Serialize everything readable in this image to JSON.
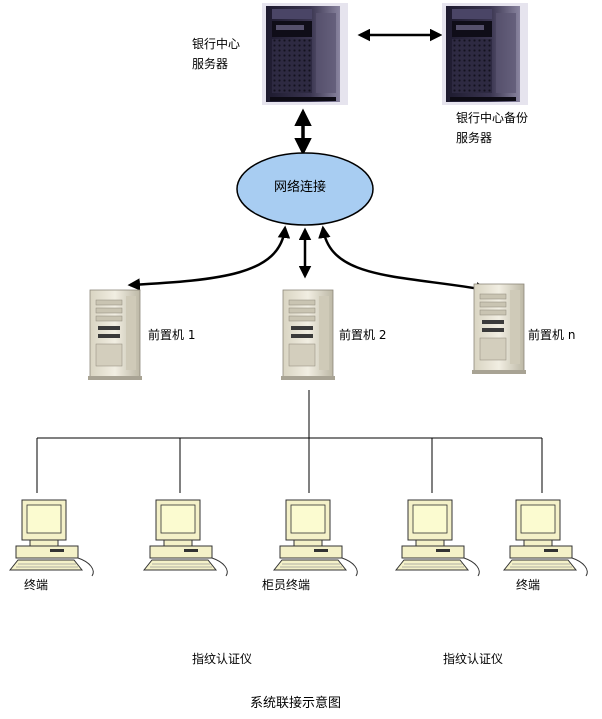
{
  "servers": {
    "main_label_line1": "银行中心",
    "main_label_line2": "服务器",
    "backup_label_line1": "银行中心备份",
    "backup_label_line2": "服务器"
  },
  "network": {
    "label": "网络连接"
  },
  "front_machines": [
    {
      "label": "前置机 1"
    },
    {
      "label": "前置机 2"
    },
    {
      "label": "前置机 n"
    }
  ],
  "terminals": [
    {
      "label": "终端"
    },
    {
      "label": ""
    },
    {
      "label": "柜员终端"
    },
    {
      "label": ""
    },
    {
      "label": "终端"
    }
  ],
  "fingerprint_devices": [
    {
      "label": "指纹认证仪"
    },
    {
      "label": "指纹认证仪"
    }
  ],
  "caption": "系统联接示意图",
  "colors": {
    "network_fill": "#a8cdf2",
    "server_dark": "#262339",
    "tower_beige": "#e8e4d4",
    "screen_yellow": "#fbfbd0",
    "line": "#000000"
  }
}
